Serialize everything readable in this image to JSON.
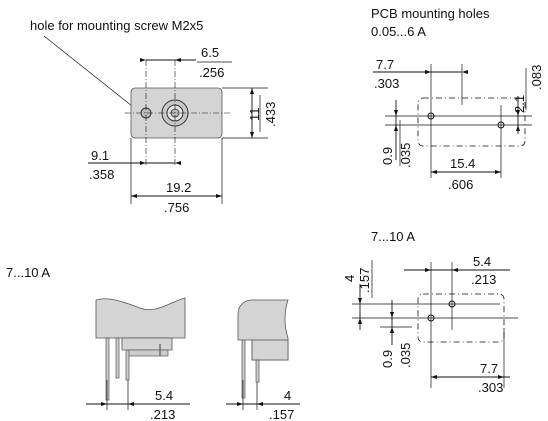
{
  "labels": {
    "mounting_screw": "hole for mounting screw M2x5",
    "pcb_title": "PCB mounting holes",
    "pcb_range1": "0.05...6 A",
    "pcb_range2": "7...10 A",
    "side_range": "7...10 A"
  },
  "dims": {
    "top_6_5_mm": "6.5",
    "top_6_5_in": ".256",
    "top_9_1_mm": "9.1",
    "top_9_1_in": ".358",
    "top_19_2_mm": "19.2",
    "top_19_2_in": ".756",
    "top_11_mm": "11",
    "top_11_in": ".433",
    "p1_7_7_mm": "7.7",
    "p1_7_7_in": ".303",
    "p1_2_1_mm": "2.1",
    "p1_2_1_in": ".083",
    "p1_0_9_mm": "0.9",
    "p1_0_9_in": ".035",
    "p1_15_4_mm": "15.4",
    "p1_15_4_in": ".606",
    "p2_4_mm": "4",
    "p2_4_in": ".157",
    "p2_5_4_mm": "5.4",
    "p2_5_4_in": ".213",
    "p2_0_9_mm": "0.9",
    "p2_0_9_in": ".035",
    "p2_7_7_mm": "7.7",
    "p2_7_7_in": ".303",
    "s1_5_4_mm": "5.4",
    "s1_5_4_in": ".213",
    "s2_4_mm": "4",
    "s2_4_in": ".157"
  }
}
